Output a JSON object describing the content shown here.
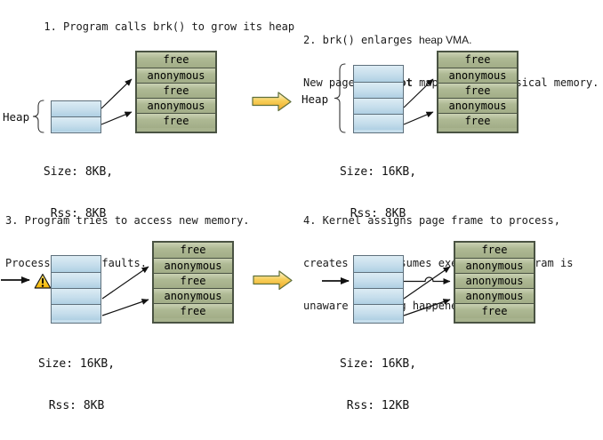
{
  "colors": {
    "page_frame_fill": "#a8b38e",
    "page_frame_border": "#4a5343",
    "heap_page_fill": "#c6deec",
    "heap_page_border": "#5e707c",
    "flow_arrow_fill": "#f5c44e",
    "flow_arrow_border": "#5f6f3a",
    "warning_triangle_fill": "#fccc0a",
    "arrow_color": "#111111",
    "text_color": "#1a1a1a"
  },
  "panels": {
    "p1": {
      "caption": {
        "line1": "1. Program calls brk() to grow its heap"
      },
      "heap_label": "Heap",
      "frames": [
        "free",
        "anonymous",
        "free",
        "anonymous",
        "free"
      ],
      "size": "Size: 8KB,",
      "rss": "Rss: 8KB"
    },
    "p2": {
      "caption": {
        "l1_mono": "2. brk() enlarges ",
        "l1_sans": "heap VMA.",
        "l2_pre": "New pages are ",
        "l2_bold": "not",
        "l2_post": " mapped onto physical memory."
      },
      "heap_label": "Heap",
      "frames": [
        "free",
        "anonymous",
        "free",
        "anonymous",
        "free"
      ],
      "size": "Size: 16KB,",
      "rss": "Rss: 8KB"
    },
    "p3": {
      "caption": {
        "line1": "3. Program tries to access new memory.",
        "line2": "Processor page faults."
      },
      "frames": [
        "free",
        "anonymous",
        "free",
        "anonymous",
        "free"
      ],
      "size": "Size: 16KB,",
      "rss": "Rss: 8KB"
    },
    "p4": {
      "caption": {
        "line1": "4. Kernel assigns page frame to process,",
        "line2": "creates PTE, resumes execution. Program is",
        "line3": "unaware anything happened."
      },
      "frames": [
        "free",
        "anonymous",
        "anonymous",
        "anonymous",
        "free"
      ],
      "size": "Size: 16KB,",
      "rss": "Rss: 12KB"
    }
  }
}
